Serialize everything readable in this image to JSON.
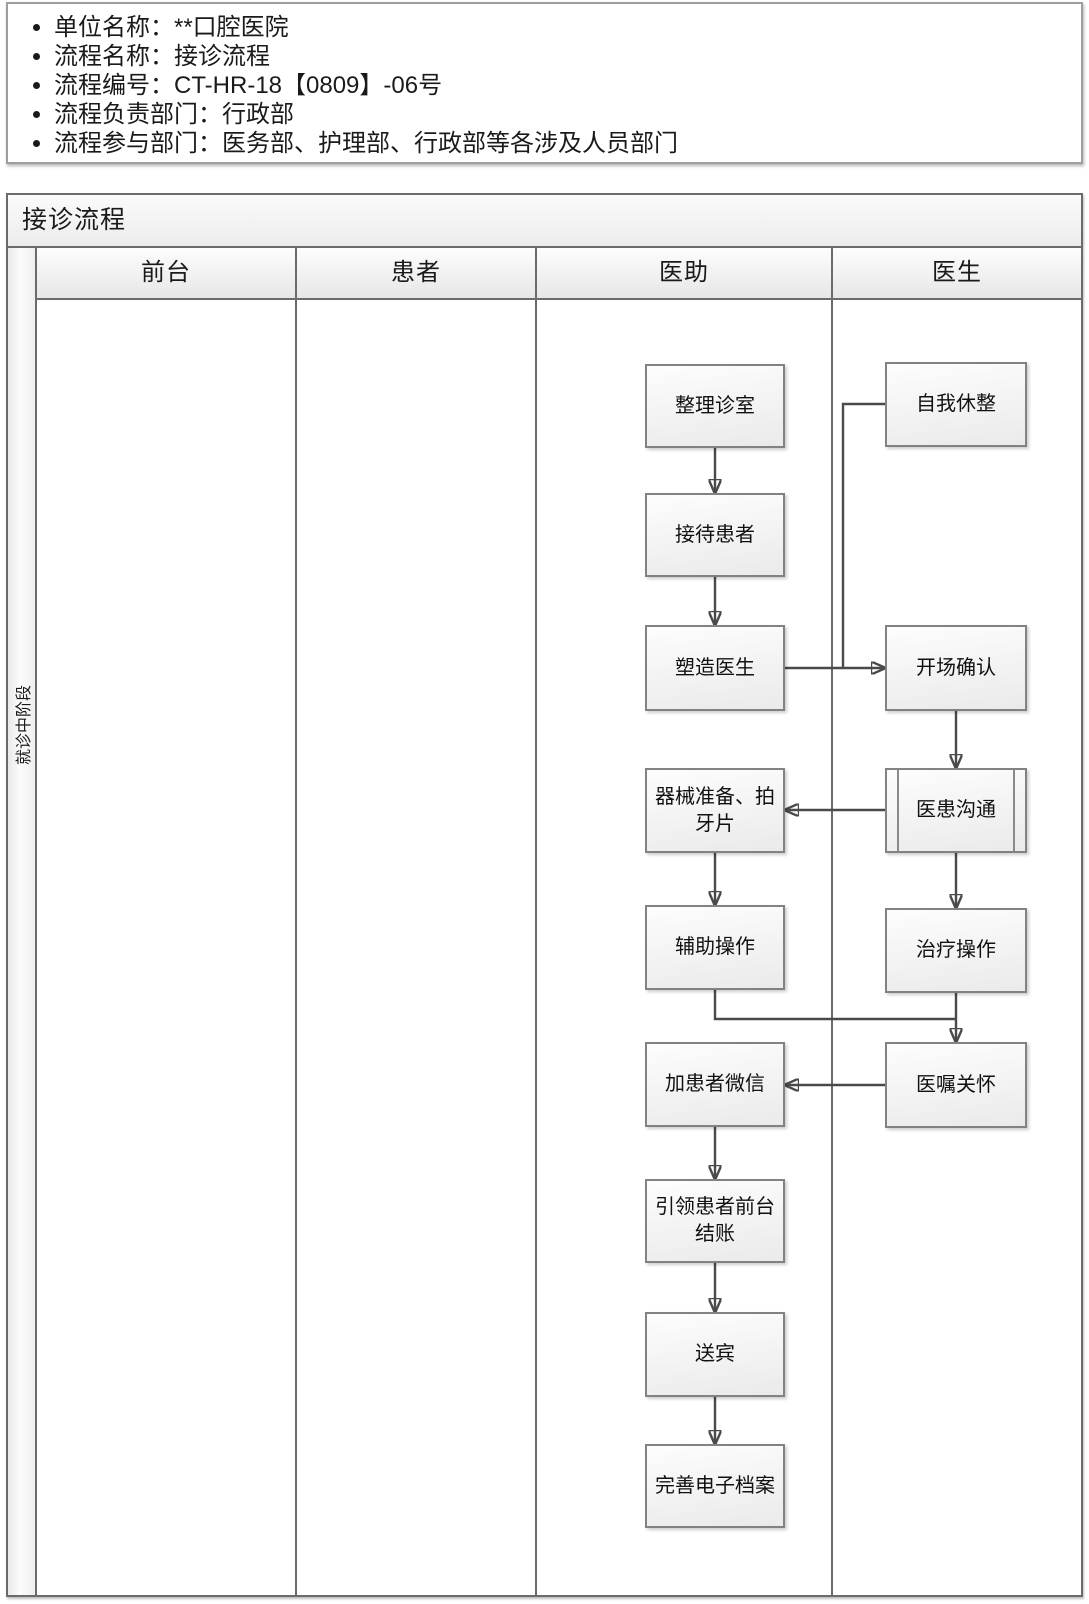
{
  "info": {
    "items": [
      "单位名称：**口腔医院",
      "流程名称：接诊流程",
      "流程编号：CT-HR-18【0809】-06号",
      "流程负责部门：行政部",
      "流程参与部门：医务部、护理部、行政部等各涉及人员部门"
    ]
  },
  "chart": {
    "title": "接诊流程",
    "phase_label": "就诊中阶段",
    "lanes": [
      {
        "label": "前台"
      },
      {
        "label": "患者"
      },
      {
        "label": "医助"
      },
      {
        "label": "医生"
      }
    ],
    "nodes": [
      {
        "label": "整理诊室",
        "lane": "医助",
        "shape": "process"
      },
      {
        "label": "接待患者",
        "lane": "医助",
        "shape": "process"
      },
      {
        "label": "塑造医生",
        "lane": "医助",
        "shape": "process"
      },
      {
        "label": "器械准备、拍牙片",
        "lane": "医助",
        "shape": "process"
      },
      {
        "label": "辅助操作",
        "lane": "医助",
        "shape": "process"
      },
      {
        "label": "加患者微信",
        "lane": "医助",
        "shape": "process"
      },
      {
        "label": "引领患者前台结账",
        "lane": "医助",
        "shape": "process"
      },
      {
        "label": "送宾",
        "lane": "医助",
        "shape": "process"
      },
      {
        "label": "完善电子档案",
        "lane": "医助",
        "shape": "process"
      },
      {
        "label": "自我休整",
        "lane": "医生",
        "shape": "process"
      },
      {
        "label": "开场确认",
        "lane": "医生",
        "shape": "process"
      },
      {
        "label": "医患沟通",
        "lane": "医生",
        "shape": "subroutine"
      },
      {
        "label": "治疗操作",
        "lane": "医生",
        "shape": "process"
      },
      {
        "label": "医嘱关怀",
        "lane": "医生",
        "shape": "process"
      }
    ],
    "edges": [
      {
        "from": "整理诊室",
        "to": "接待患者"
      },
      {
        "from": "接待患者",
        "to": "塑造医生"
      },
      {
        "from": "塑造医生",
        "to": "开场确认"
      },
      {
        "from": "自我休整",
        "to": "开场确认"
      },
      {
        "from": "开场确认",
        "to": "医患沟通"
      },
      {
        "from": "医患沟通",
        "to": "器械准备、拍牙片"
      },
      {
        "from": "医患沟通",
        "to": "治疗操作"
      },
      {
        "from": "器械准备、拍牙片",
        "to": "辅助操作"
      },
      {
        "from": "辅助操作",
        "to": "医嘱关怀"
      },
      {
        "from": "治疗操作",
        "to": "医嘱关怀"
      },
      {
        "from": "医嘱关怀",
        "to": "加患者微信"
      },
      {
        "from": "加患者微信",
        "to": "引领患者前台结账"
      },
      {
        "from": "引领患者前台结账",
        "to": "送宾"
      },
      {
        "from": "送宾",
        "to": "完善电子档案"
      }
    ],
    "colors": {
      "line": "#4a4a4a",
      "table_border": "#6b6b6b",
      "node_border": "#828282",
      "node_fill_top": "#fdfdfd",
      "node_fill_bottom": "#eaeaea"
    }
  }
}
